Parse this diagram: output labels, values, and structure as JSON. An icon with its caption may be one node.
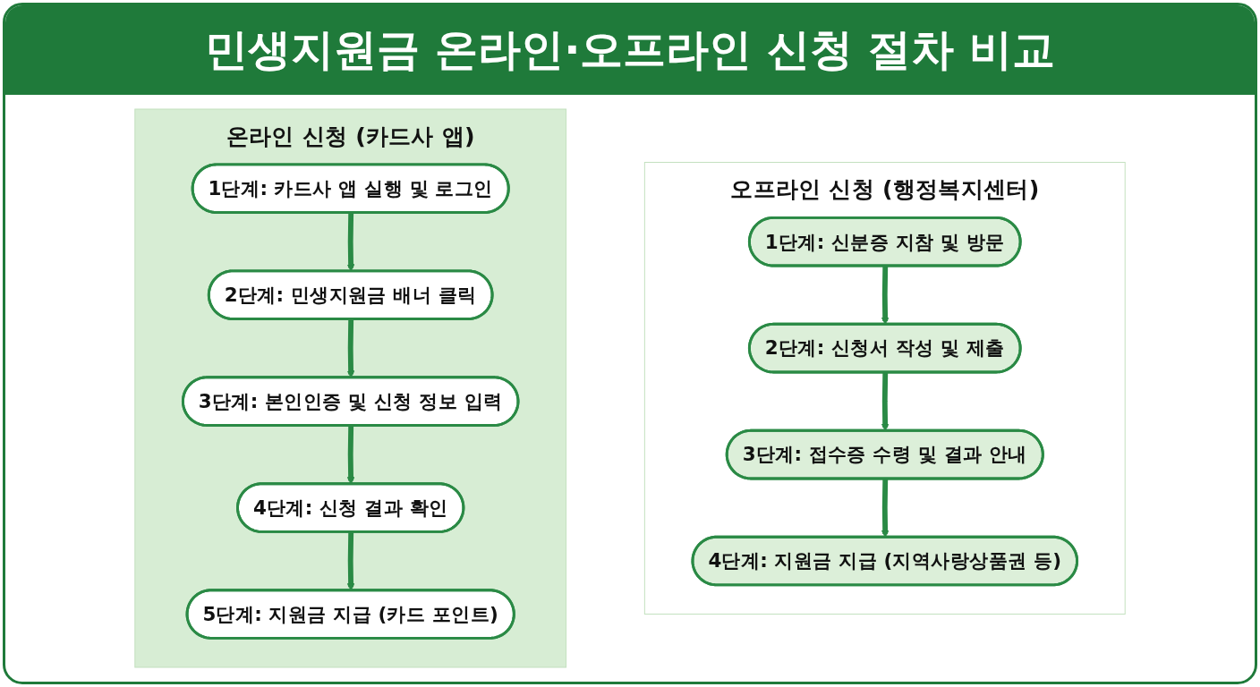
{
  "diagram": {
    "title": "민생지원금 온라인·오프라인 신청 절차 비교",
    "nodes": [
      {
        "text": [
          "온라인 신청 (카드사 앱)"
        ]
      },
      {
        "text": [
          "1단계: 카드사 앱 실행 및 로그인"
        ],
        "in": 0
      },
      {
        "text": [
          "2단계: 민생지원금 배너 클릭"
        ],
        "in": 0
      },
      {
        "text": [
          "3단계: 본인인증 및 신청 정보 입력"
        ],
        "in": 0
      },
      {
        "text": [
          "4단계: 신청 결과 확인"
        ],
        "in": 0
      },
      {
        "text": [
          "5단계: 지원금 지급 (카드 포인트)"
        ],
        "in": 0
      },
      {
        "text": [
          "오프라인 신청 (행정복지센터)"
        ]
      },
      {
        "text": [
          "1단계: 신분증 지참 및 방문"
        ],
        "in": 6
      },
      {
        "text": [
          "2단계: 신청서 작성 및 제출"
        ],
        "in": 6
      },
      {
        "text": [
          "3단계: 접수증 수령 및 결과 안내"
        ],
        "in": 6
      },
      {
        "text": [
          "4단계: 지원금 지급 (지역사랑상품권 등)"
        ],
        "in": 6
      }
    ],
    "edges": [
      {
        "from": 1,
        "to": 2,
        "arrow": "to"
      },
      {
        "from": 2,
        "to": 3,
        "arrow": "to"
      },
      {
        "from": 3,
        "to": 4,
        "arrow": "to"
      },
      {
        "from": 4,
        "to": 5,
        "arrow": "to"
      },
      {
        "from": 7,
        "to": 8,
        "arrow": "to"
      },
      {
        "from": 8,
        "to": 9,
        "arrow": "to"
      },
      {
        "from": 9,
        "to": 10,
        "arrow": "to"
      }
    ]
  }
}
